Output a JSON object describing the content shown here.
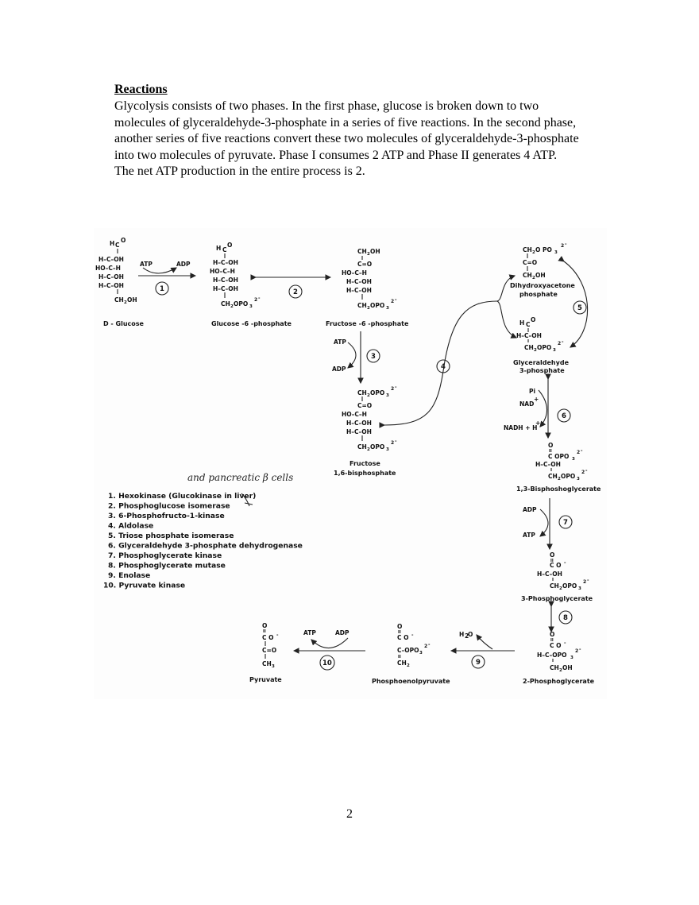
{
  "document": {
    "heading": "Reactions",
    "paragraph_lines": [
      "Glycolysis consists of two phases.  In the first phase, glucose is broken down to two",
      "molecules of glyceraldehyde-3-phosphate in a series of five reactions.  In the second phase,",
      "another series of five reactions convert these two molecules of glyceraldehyde-3-phosphate",
      "into two molecules of pyruvate.  Phase I consumes 2 ATP and Phase II generates 4 ATP.",
      "The net ATP production in the entire process is 2."
    ],
    "page_number": "2"
  },
  "figure": {
    "compounds": {
      "glucose": "D - Glucose",
      "g6p": "Glucose -6 -phosphate",
      "f6p": "Fructose -6 -phosphate",
      "f16bp_1": "Fructose",
      "f16bp_2": "1,6-bisphosphate",
      "dhap_1": "Dihydroxyacetone",
      "dhap_2": "phosphate",
      "g3p_1": "Glyceraldehyde",
      "g3p_2": "3-phosphate",
      "bpg": "1,3-Bisphoshoglycerate",
      "pg3": "3-Phosphoglycerate",
      "pg2": "2-Phosphoglycerate",
      "pep": "Phosphoenolpyruvate",
      "pyruvate": "Pyruvate"
    },
    "cofactors": {
      "atp": "ATP",
      "adp": "ADP",
      "pi": "Pi",
      "nad": "NAD",
      "nadh": "NADH + H",
      "h2o": "H",
      "h2o_sub": "2",
      "h2o_o": "O",
      "plus": "+"
    },
    "step_numbers": [
      "1",
      "2",
      "3",
      "4",
      "5",
      "6",
      "7",
      "8",
      "9",
      "10"
    ],
    "handwritten_note": "and pancreatic β cells",
    "enzymes": [
      "1.  Hexokinase (Glucokinase in liver)",
      "2.  Phosphoglucose isomerase",
      "3.  6-Phosphofructo-1-kinase",
      "4.  Aldolase",
      "5.  Triose phosphate isomerase",
      "6.  Glyceraldehyde 3-phosphate  dehydrogenase",
      "7.  Phosphoglycerate kinase",
      "8.  Phosphoglycerate mutase",
      "9.  Enolase",
      "10.  Pyruvate kinase"
    ]
  }
}
